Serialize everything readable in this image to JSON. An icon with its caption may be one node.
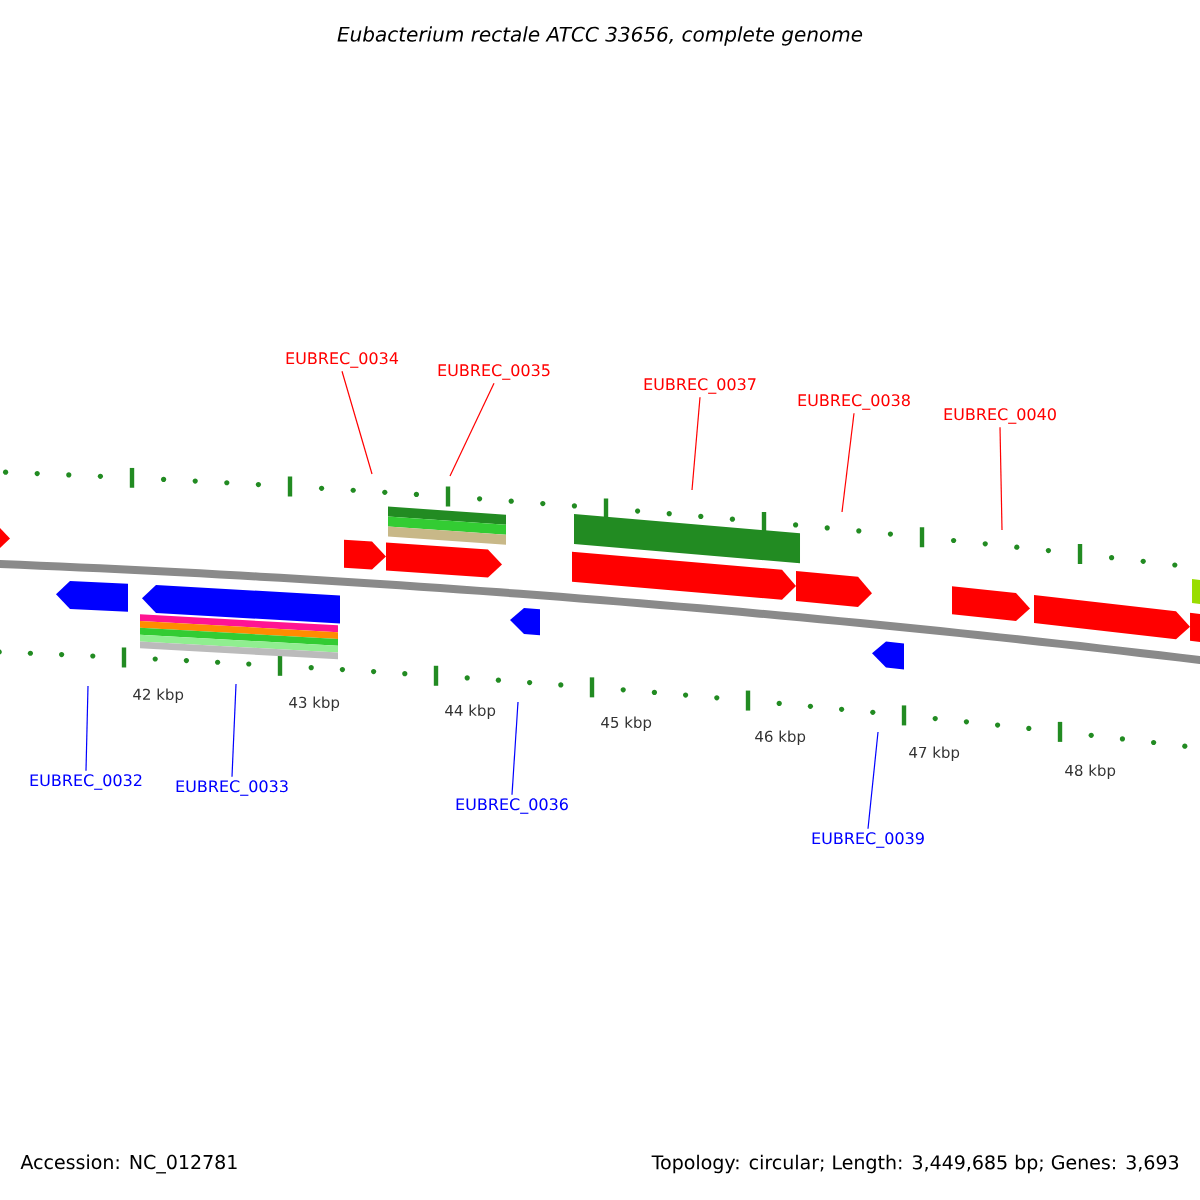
{
  "diagram": {
    "title": "Eubacterium rectale ATCC 33656, complete genome",
    "nodes": [
      {
        "text": [
          "EUBREC_0034"
        ]
      },
      {
        "text": [
          "EUBREC_0035"
        ]
      },
      {
        "text": [
          "EUBREC_0037"
        ]
      },
      {
        "text": [
          "EUBREC_0038"
        ]
      },
      {
        "text": [
          "EUBREC_0040"
        ]
      },
      {
        "text": [
          "EUBREC_0032"
        ]
      },
      {
        "text": [
          "EUBREC_0033"
        ]
      },
      {
        "text": [
          "EUBREC_0036"
        ]
      },
      {
        "text": [
          "EUBREC_0039"
        ]
      }
    ],
    "edges": [
      {
        "from": 0,
        "to": null,
        "arrow": "none"
      },
      {
        "from": 1,
        "to": null,
        "arrow": "none"
      },
      {
        "from": 2,
        "to": null,
        "arrow": "none"
      },
      {
        "from": 3,
        "to": null,
        "arrow": "none"
      },
      {
        "from": 4,
        "to": null,
        "arrow": "none"
      },
      {
        "from": 5,
        "to": null,
        "arrow": "none",
        "color": "#0000ff"
      },
      {
        "from": 6,
        "to": null,
        "arrow": "none",
        "color": "#0000ff"
      },
      {
        "from": 7,
        "to": null,
        "arrow": "none",
        "color": "#0000ff"
      },
      {
        "from": 8,
        "to": null,
        "arrow": "none",
        "color": "#0000ff"
      }
    ],
    "labels": [
      "42 kbp",
      "43 kbp",
      "44 kbp",
      "45 kbp",
      "46 kbp",
      "47 kbp",
      "48 kbp",
      "Accession: NC_012781",
      "Topology: circular; Length: 3,449,685 bp; Genes: 3,693"
    ]
  }
}
